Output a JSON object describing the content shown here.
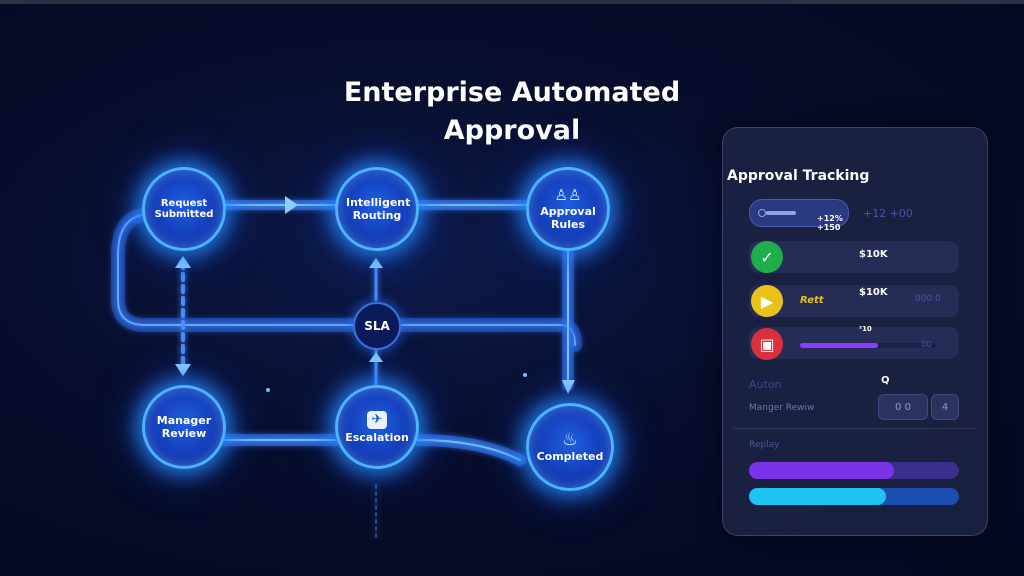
{
  "title": {
    "line1": "Enterprise Automated",
    "line2": "Approval"
  },
  "nodes": {
    "request": {
      "label": "Request Submitted"
    },
    "routing": {
      "label": "Intelligent Routing"
    },
    "rules": {
      "label": "Approval Rules",
      "icon": "users-icon"
    },
    "manager": {
      "label": "Manager Review"
    },
    "escalation": {
      "label": "Escalation",
      "icon": "escalation-icon"
    },
    "completed": {
      "label": "Completed",
      "icon": "bell-icon"
    },
    "sla": {
      "label": "SLA"
    }
  },
  "panel": {
    "title": "Approval Tracking",
    "pill": {
      "pct1": "+12%",
      "pct2": "+150"
    },
    "faint_stats": "+12 +00",
    "rows": [
      {
        "icon": "check-icon",
        "color": "#1fae4b",
        "value": "$10K"
      },
      {
        "icon": "play-icon",
        "color": "#e8c21a",
        "value": "$10K",
        "tag": "Rett",
        "faint": "000 0"
      },
      {
        "icon": "lock-icon",
        "color": "#d9303c",
        "mark": "²10",
        "progress": 0.57,
        "faint": "00"
      }
    ],
    "auto_label": "Auton",
    "q_label": "Q",
    "manager_label": "Manger Rewiw",
    "box1": "0 0",
    "box2": "4",
    "replay_label": "Replay",
    "bars": [
      {
        "fill": 0.69,
        "track": "#3a2f8a",
        "color": "#7a33e8"
      },
      {
        "fill": 0.65,
        "track": "#1d4fb0",
        "color": "#1ec3f0"
      }
    ]
  }
}
